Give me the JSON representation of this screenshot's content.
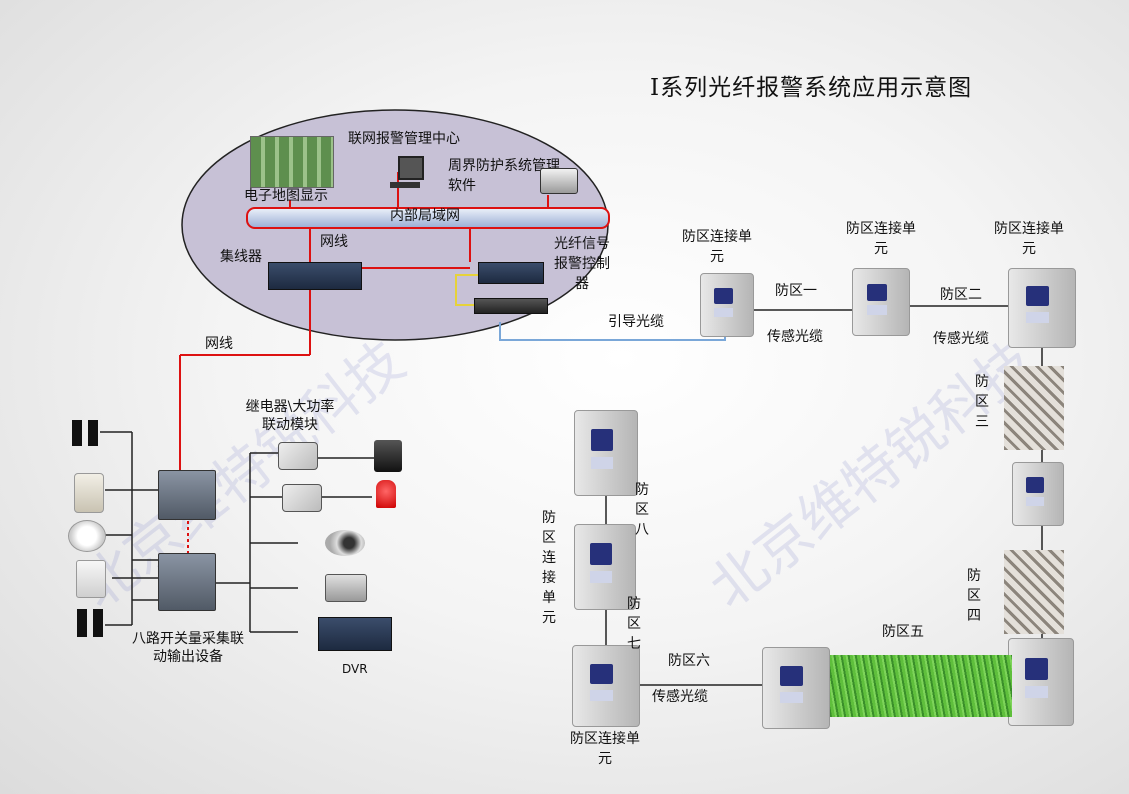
{
  "title": "I系列光纤报警系统应用示意图",
  "watermark": "北京维特锐科技",
  "network": {
    "center": "联网报警管理中心",
    "software": "周界防护系统管理软件",
    "map_display": "电子地图显示",
    "lan": "内部局域网",
    "cable": "网线",
    "hub": "集线器",
    "controller": "光纤信号报警控制器",
    "lead_fiber": "引导光缆"
  },
  "left": {
    "net_cable": "网线",
    "relay": "继电器\\大功率联动模块",
    "acquisition": "八路开关量采集联动输出设备",
    "dvr": "DVR"
  },
  "zones": {
    "connect_unit": "防区连接单元",
    "sensing_cable": "传感光缆",
    "z1": "防区一",
    "z2": "防区二",
    "z3": "防区三",
    "z4": "防区四",
    "z5": "防区五",
    "z6": "防区六",
    "z7": "防区七",
    "z8": "防区八"
  },
  "colors": {
    "lan_pipe": "#c8d4ec",
    "lan_border": "#d11",
    "red_wire": "#d11",
    "blue_fiber": "#7aa7d8",
    "yellow_wire": "#e6d23a"
  }
}
